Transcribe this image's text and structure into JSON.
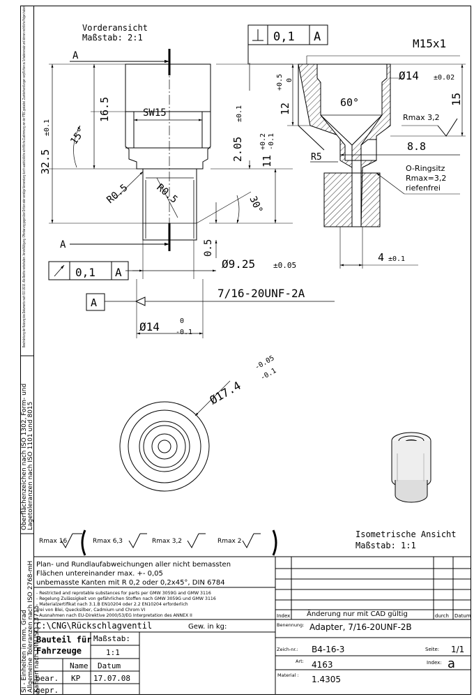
{
  "side_note_copyright": "Beschränkung der Nutzung des Dokuments nach ISO 16016. Alle Rechte vorbehalten. Vervielfältigung, Offenbarung gegenüber Dritten oder sonstige Verwendung durch ausdrückliche schriftliche Zustimmung von der PTEC gestattet. Zuwiderhandlungen verpflichten zu Schadenersatz und können rechtliche Folgen haben.",
  "side_note_surface_1": "Oberflächenzeichen nach ISO 1302, Form- und",
  "side_note_surface_2": "Lagetoleranzen nach ISO 1101 und 8015",
  "side_note_units_1": "SI - Einheiten in mm, Grad",
  "side_note_units_2": "Allgemeine Toleranzen nach ISO 2768-mH",
  "side_note_units_3": "Kanten nach DIN ISO 13715",
  "front_view": {
    "title": "Vorderansicht",
    "scale": "Maßstab:  2:1",
    "section_a": "A",
    "dim_16_5": "16.5",
    "dim_32_5": "32.5",
    "tol_32_5": "±0.1",
    "dim_sw15": "SW15",
    "dim_2_05": "2.05",
    "tol_2_05": "±0.1",
    "dim_11": "11",
    "tol_11_up": "+0.2",
    "tol_11_lo": "-0.1",
    "angle_15": "15°",
    "angle_30": "30°",
    "radius_1": "R0.5",
    "radius_2": "R0.5",
    "dim_0_5": "0.5",
    "dim_9_25": "Ø9.25",
    "tol_9_25": "±0.05",
    "thread": "7/16-20UNF-2A",
    "dim_14": "Ø14",
    "tol_14_up": "0",
    "tol_14_lo": "-0.1",
    "gdt_value": "0,1",
    "gdt_datum": "A",
    "datum_label": "A"
  },
  "section_view": {
    "gdt_value": "0,1",
    "gdt_datum": "A",
    "thread": "M15x1",
    "dim_14": "Ø14",
    "tol_14": "±0.02",
    "dim_15": "15",
    "dim_12": "12",
    "tol_12_up": "+0.5",
    "tol_12_lo": "0",
    "angle_60": "60°",
    "rmax_value": "Rmax 3,2",
    "dim_8_8": "8.8",
    "radius": "R5",
    "oring_1": "O-Ringsitz",
    "oring_2": "Rmax=3,2",
    "oring_3": "riefenfrei",
    "dim_4": "4",
    "tol_4": "±0.1"
  },
  "top_view": {
    "dim_17_4": "Ø17.4",
    "tol_up": "-0.05",
    "tol_lo": "-0.1"
  },
  "iso_view": {
    "title": "Isometrische Ansicht",
    "scale": "Maßstab:   1:1"
  },
  "surface": {
    "main": "Rmax 16",
    "items": [
      "Rmax 6,3",
      "Rmax 3,2",
      "Rmax 2"
    ]
  },
  "notes": [
    "Plan- und Rundlaufabweichungen aller nicht bemassten",
    "Flächen untereinander max. +- 0,05",
    "unbemasste Kanten mit R 0,2 oder 0,2x45°, DIN 6784"
  ],
  "restrictions": [
    "- Restricted and reprotable substances for parts per GMW 3059G and GMW 3116",
    "- Regelung Zulässigkeit von gefährlichen Stoffen nach GMW 3059G und GMW 3116",
    "- Materialzertifikat nach 3.1.B EN10204 oder 2.2 EN10204 erforderlich",
    "  Frei von Blei, Quecksilber, Cadmium und Chrom VI",
    "- Ausnahmen nach EU-Direktive 2000/53/EG Interpretation des ANNEX II"
  ],
  "title_block": {
    "path": "C:\\CNG\\Rückschlagventil",
    "weight_label": "Gew. in kg:",
    "part_label_1": "Bauteil für",
    "part_label_2": "Fahrzeuge",
    "scale_label": "Maßstab:",
    "scale_value": "1:1",
    "name_header": "Name",
    "date_header": "Datum",
    "drawn_label": "bear.",
    "drawn_name": "KP",
    "drawn_date": "17.07.08",
    "checked_label": "gepr.",
    "index_header": "Index",
    "change_header": "Änderung nur mit CAD gültig",
    "by_header": "durch",
    "date_col_header": "Datum",
    "designation_label": "Benennung:",
    "designation_value": "Adapter, 7/16-20UNF-2B",
    "drawing_no_label": "Zeich-nr.:",
    "drawing_no_value": "B4-16-3",
    "sheet_label": "Seite:",
    "sheet_value": "1/1",
    "index_label": "Index:",
    "index_value": "a",
    "article_label": "Art:",
    "article_value": "4163",
    "material_label": "Material :",
    "material_value": "1.4305"
  }
}
